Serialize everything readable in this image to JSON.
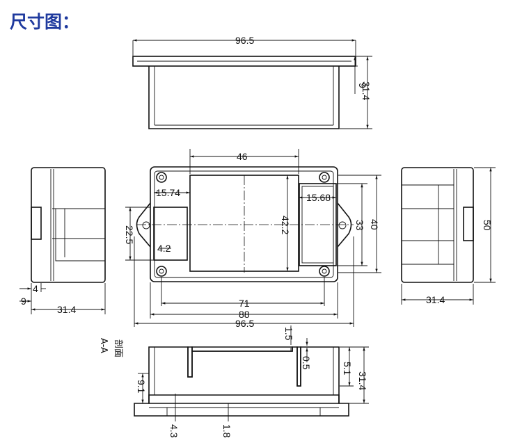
{
  "title": "尺寸图：",
  "section_label": "剖面",
  "section_name": "A-A",
  "dims": {
    "top_width": "96.5",
    "top_flange": "9",
    "top_height": "31.4",
    "window_width": "46",
    "hole_left": "15.74",
    "hole_right": "15.68",
    "tab_height": "22.5",
    "window_height": "42.2",
    "inner_height": "33",
    "body_height": "40",
    "tab_hole": "4.2",
    "span_71": "71",
    "span_88": "88",
    "span_96": "96.5",
    "side_4": "4",
    "side_9": "9",
    "side_width_left": "31.4",
    "side_width_right": "31.4",
    "side_height": "50",
    "sec_wall": "1.5",
    "sec_gap": "0.5",
    "sec_depth": "5.1",
    "sec_height": "31.4",
    "sec_flange": "9.1",
    "sec_lip": "4.3",
    "sec_floor": "1.8"
  }
}
